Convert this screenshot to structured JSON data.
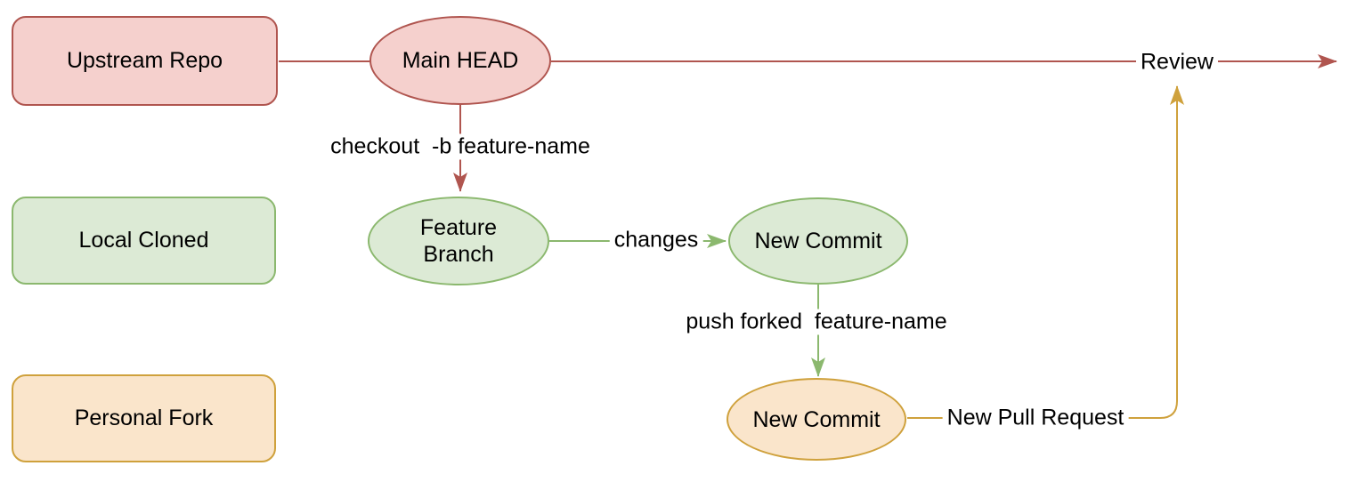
{
  "diagram": {
    "type": "git-fork-workflow-flowchart",
    "lanes": [
      {
        "id": "upstream-repo",
        "label": "Upstream Repo",
        "fill": "#F5D0CD",
        "stroke": "#B0554F"
      },
      {
        "id": "local-cloned",
        "label": "Local Cloned",
        "fill": "#DCEAD5",
        "stroke": "#8BB86E"
      },
      {
        "id": "personal-fork",
        "label": "Personal Fork",
        "fill": "#FAE5CB",
        "stroke": "#CFA13C"
      }
    ],
    "nodes": [
      {
        "id": "main-head",
        "label": "Main HEAD",
        "lane": "upstream-repo",
        "fill": "#F5D0CD",
        "stroke": "#B0554F"
      },
      {
        "id": "feature-branch",
        "label": "Feature Branch",
        "lane": "local-cloned",
        "fill": "#DCEAD5",
        "stroke": "#8BB86E"
      },
      {
        "id": "new-commit-local",
        "label": "New Commit",
        "lane": "local-cloned",
        "fill": "#DCEAD5",
        "stroke": "#8BB86E"
      },
      {
        "id": "new-commit-fork",
        "label": "New Commit",
        "lane": "personal-fork",
        "fill": "#FAE5CB",
        "stroke": "#CFA13C"
      }
    ],
    "edges": [
      {
        "id": "checkout",
        "from": "main-head",
        "to": "feature-branch",
        "label": "checkout  -b feature-name",
        "color": "#B0554F"
      },
      {
        "id": "changes",
        "from": "feature-branch",
        "to": "new-commit-local",
        "label": "changes",
        "color": "#8BB86E"
      },
      {
        "id": "push",
        "from": "new-commit-local",
        "to": "new-commit-fork",
        "label": "push forked  feature-name",
        "color": "#8BB86E"
      },
      {
        "id": "pull-request",
        "from": "new-commit-fork",
        "to": "review",
        "label": "New Pull Request",
        "color": "#CFA13C"
      },
      {
        "id": "review",
        "from": "main-head",
        "to": "right-edge",
        "label": "Review",
        "color": "#B0554F"
      }
    ],
    "colors": {
      "background": "#FFFFFF",
      "text": "#000000",
      "red_fill": "#F5D0CD",
      "red_stroke": "#B0554F",
      "green_fill": "#DCEAD5",
      "green_stroke": "#8BB86E",
      "gold_fill": "#FAE5CB",
      "gold_stroke": "#CFA13C"
    }
  }
}
